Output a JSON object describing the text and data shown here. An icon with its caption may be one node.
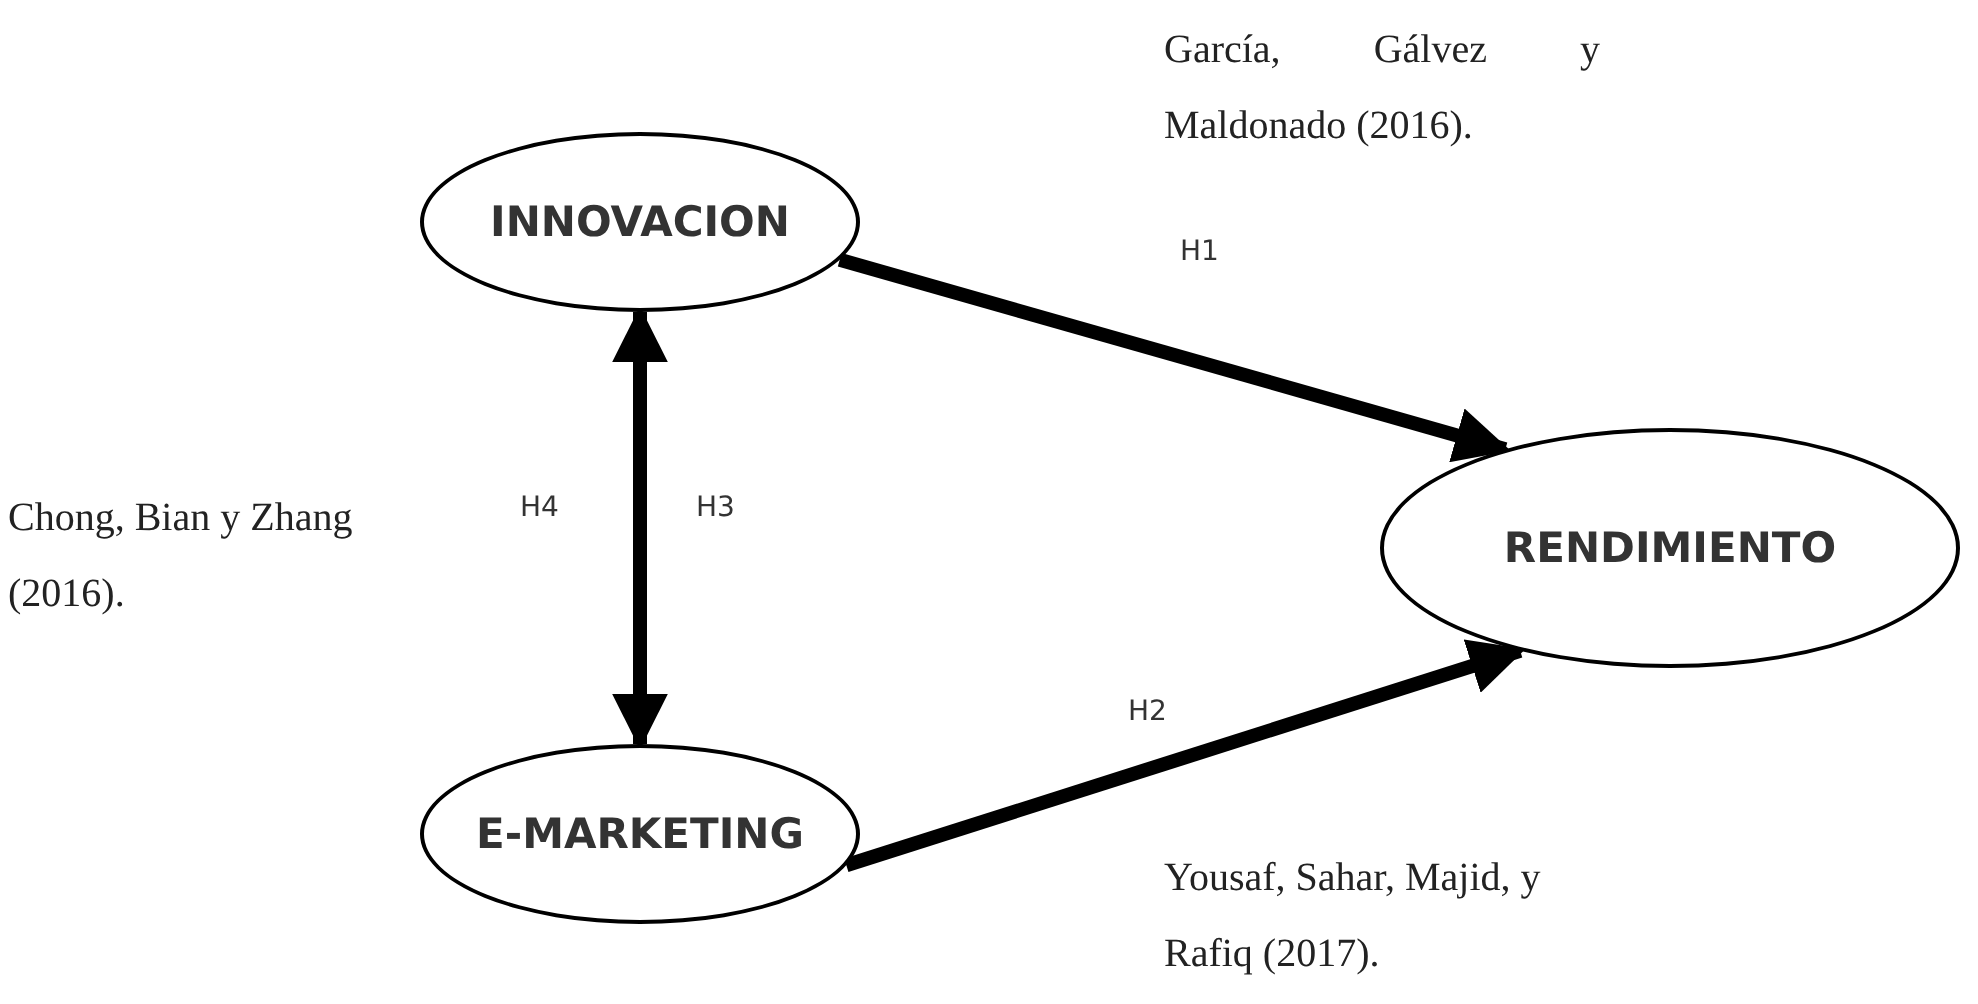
{
  "diagram": {
    "nodes": [
      {
        "text": [
          "INNOVACION"
        ]
      },
      {
        "text": [
          "RENDIMIENTO"
        ]
      },
      {
        "text": [
          "E-MARKETING"
        ]
      }
    ],
    "edges": [
      {
        "from": 0,
        "to": 1,
        "arrow": "to",
        "label": "H1"
      },
      {
        "from": 2,
        "to": 1,
        "arrow": "to",
        "label": "H2"
      },
      {
        "from": 0,
        "to": 2,
        "arrow": "both",
        "label": "H3"
      }
    ],
    "labels": [
      "García, Gálvez y Maldonado (2016).",
      "H4",
      "Chong, Bian y Zhang (2016).",
      "Yousaf, Sahar, Majid, y Rafiq (2017)."
    ]
  }
}
